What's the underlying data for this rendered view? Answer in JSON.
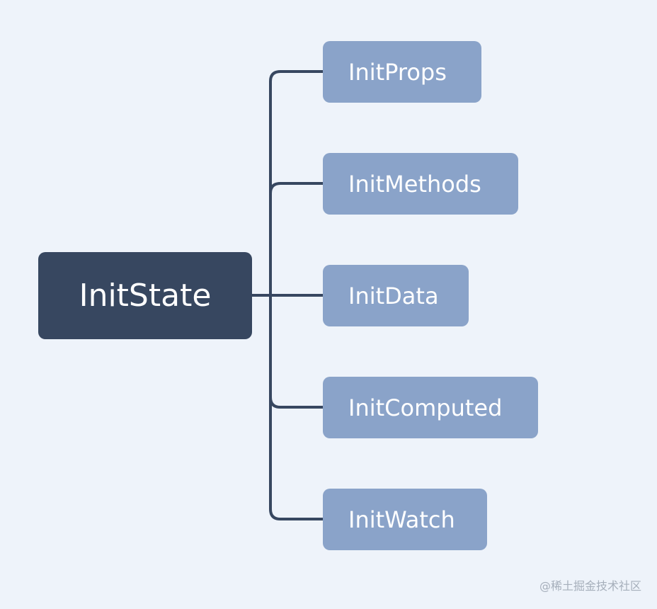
{
  "diagram": {
    "root": {
      "label": "InitState"
    },
    "children": [
      {
        "label": "InitProps"
      },
      {
        "label": "InitMethods"
      },
      {
        "label": "InitData"
      },
      {
        "label": "InitComputed"
      },
      {
        "label": "InitWatch"
      }
    ],
    "colors": {
      "background": "#eef3fa",
      "root_fill": "#374760",
      "child_fill": "#8aa3c9",
      "connector": "#374760",
      "text": "#ffffff"
    }
  },
  "watermark": {
    "text": "@稀土掘金技术社区"
  }
}
